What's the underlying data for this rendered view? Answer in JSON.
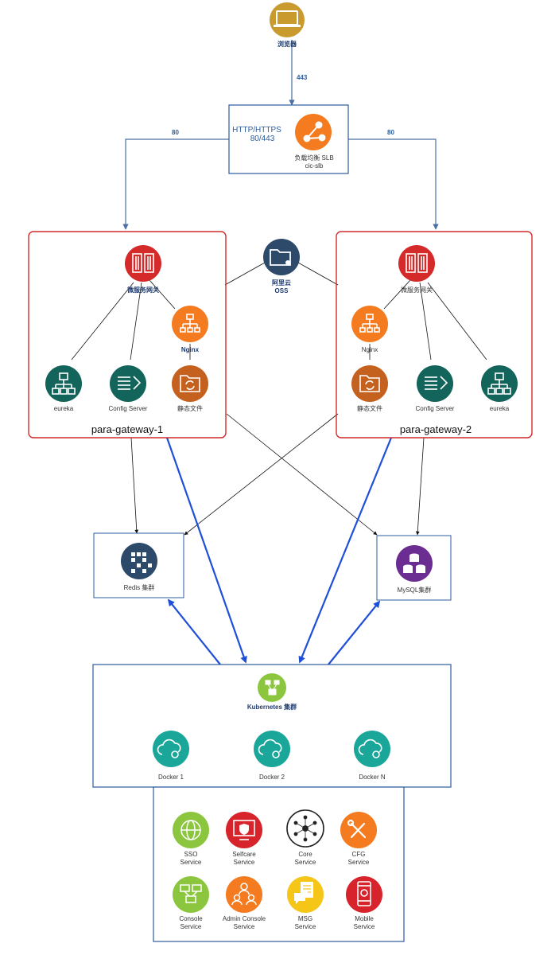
{
  "browser": {
    "label": "浏览器"
  },
  "ports": {
    "browser_to_slb": "443",
    "slb_to_gw1": "80",
    "slb_to_gw2": "80"
  },
  "slb": {
    "protocol_line1": "HTTP/HTTPS",
    "protocol_line2": "80/443",
    "name_line1": "负载均衡 SLB",
    "name_line2": "cic-slb"
  },
  "oss": {
    "line1": "阿里云",
    "line2": "OSS"
  },
  "gateway1": {
    "title": "para-gateway-1",
    "gateway_label": "微服务网关",
    "nginx": "Nginx",
    "eureka": "eureka",
    "config": "Config Server",
    "static": "静态文件"
  },
  "gateway2": {
    "title": "para-gateway-2",
    "gateway_label": "微服务网关",
    "nginx": "Nginx",
    "eureka": "eureka",
    "config": "Config Server",
    "static": "静态文件"
  },
  "redis": {
    "label": "Redis 集群"
  },
  "mysql": {
    "label": "MySQL集群"
  },
  "k8s": {
    "label": "Kubernetes 集群"
  },
  "dockers": [
    "Docker 1",
    "Docker 2",
    "Docker  N"
  ],
  "services": [
    {
      "line1": "SSO",
      "line2": "Service",
      "icon": "globe-icon",
      "color": "#8cc63f"
    },
    {
      "line1": "Selfcare",
      "line2": "Service",
      "icon": "shield-monitor-icon",
      "color": "#d7232b"
    },
    {
      "line1": "Core",
      "line2": "Service",
      "icon": "network-node-icon",
      "color": "#ffffff"
    },
    {
      "line1": "CFG",
      "line2": "Service",
      "icon": "tools-icon",
      "color": "#f47b20"
    },
    {
      "line1": "Console",
      "line2": "Service",
      "icon": "computers-icon",
      "color": "#8cc63f"
    },
    {
      "line1": "Admin Console",
      "line2": "Service",
      "icon": "users-icon",
      "color": "#f47b20"
    },
    {
      "line1": "MSG",
      "line2": "Service",
      "icon": "message-icon",
      "color": "#f5c518"
    },
    {
      "line1": "Mobile",
      "line2": "Service",
      "icon": "mobile-icon",
      "color": "#d7232b"
    }
  ],
  "colors": {
    "box_blue": "#2b5b9c",
    "gateway_red": "#d42a2a",
    "arrow_blue": "#1e4fd8",
    "teal": "#13645a",
    "orange": "#f47b20",
    "navy": "#2e4a6b",
    "purple": "#6b2d91",
    "green": "#8cc63f"
  }
}
